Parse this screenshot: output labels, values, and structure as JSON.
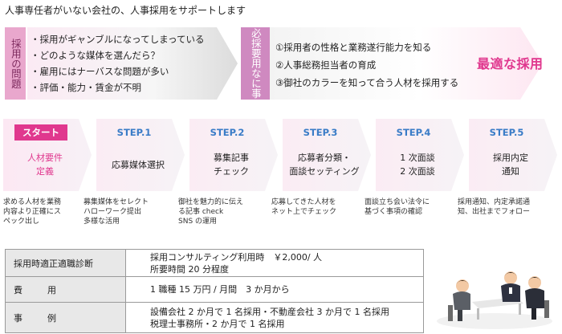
{
  "headline": "人事専任者がいない会社の、人事採用をサポートします",
  "banner": {
    "problem_label": "採用の問題",
    "problems": [
      "採用がギャンブルになってしまっている",
      "どのような媒体を選んだら？",
      "雇用にはナーバスな問題が多い",
      "評価・能力・賃金が不明"
    ],
    "solution_label": "必採要用なに事",
    "solutions": [
      "①採用者の性格と業務遂行能力を知る",
      "②人事総務担当者の育成",
      "③御社のカラーを知って合う人材を採用する"
    ],
    "result": "最適な採用"
  },
  "steps": [
    {
      "badge": "スタート",
      "name": [
        "人材要件",
        "定義"
      ],
      "desc": [
        "求める人材を業務",
        "内容より正確にス",
        "ペック出し"
      ]
    },
    {
      "badge": "STEP.1",
      "name": [
        "応募媒体選択"
      ],
      "desc": [
        "募集媒体をセレクト",
        "ハローワーク提出",
        "多様な活用"
      ]
    },
    {
      "badge": "STEP.2",
      "name": [
        "募集記事",
        "チェック"
      ],
      "desc": [
        "御社を魅力的に伝え",
        "る記事 check",
        "SNS の運用"
      ]
    },
    {
      "badge": "STEP.3",
      "name": [
        "応募者分類・",
        "面談セッティング"
      ],
      "desc": [
        "応募してきた人材を",
        "ネット上でチェック"
      ]
    },
    {
      "badge": "STEP.4",
      "name": [
        "1 次面談",
        "2 次面談"
      ],
      "desc": [
        "面談立ち会い法令に",
        "基づく事項の確認"
      ]
    },
    {
      "badge": "STEP.5",
      "name": [
        "採用内定",
        "通知"
      ],
      "desc": [
        "採用通知、内定承諾通",
        "知、出社までフォロー"
      ]
    }
  ],
  "table": {
    "rows": [
      {
        "label": "採用時適正適職診断",
        "values": [
          "採用コンサルティング利用時　￥2,000/ 人",
          "所要時間 20 分程度"
        ]
      },
      {
        "label": "費　用",
        "values": [
          "1 職種 15 万円 / 月間　3 か月から"
        ]
      },
      {
        "label": "事　例",
        "values": [
          "設備会社 2 か月で 1 名採用・不動産会社 3 か月で 1 名採用",
          "税理士事務所・2 か月で 1 名採用"
        ]
      }
    ]
  },
  "illustration": {
    "icon": "business-meeting-illustration"
  },
  "colors": {
    "accent_pink": "#e0388e",
    "step_blue": "#3a7cc7",
    "label_pink": "#e9a7cd",
    "label_purple": "#cf89c0",
    "table_header": "#e8e8e8"
  }
}
